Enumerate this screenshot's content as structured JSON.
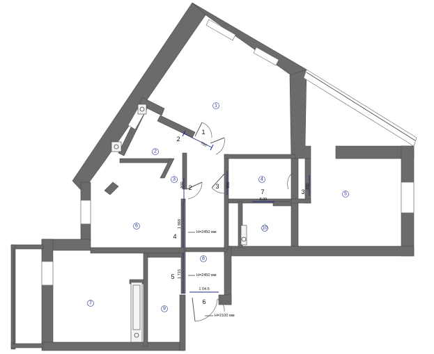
{
  "room_markers": [
    {
      "id": "r1",
      "label": "1"
    },
    {
      "id": "r2",
      "label": "2"
    },
    {
      "id": "r3",
      "label": "3"
    },
    {
      "id": "r4",
      "label": "4"
    },
    {
      "id": "r5",
      "label": "5"
    },
    {
      "id": "r6",
      "label": "6"
    },
    {
      "id": "r7",
      "label": "7"
    },
    {
      "id": "r8",
      "label": "8"
    },
    {
      "id": "r9",
      "label": "9"
    },
    {
      "id": "r10",
      "label": "10"
    }
  ],
  "zone_numbers": [
    "2",
    "1",
    "2",
    "3",
    "7",
    "3",
    "4",
    "5",
    "6"
  ],
  "dimensions": {
    "d700": "700",
    "d800a": "800",
    "d800b": "800",
    "d800c": "800",
    "d800d": "8.00",
    "d1868": "1 868",
    "d1715": "1 715",
    "d1045": "1 04.5"
  },
  "heights": {
    "h1": "H=2450 мм",
    "h2": "H=2450 мм",
    "h3": "H=2100 мм"
  },
  "colors": {
    "wall": "#6b6b6b",
    "label": "#1e2b8f",
    "dimension": "#1d2a8a"
  }
}
